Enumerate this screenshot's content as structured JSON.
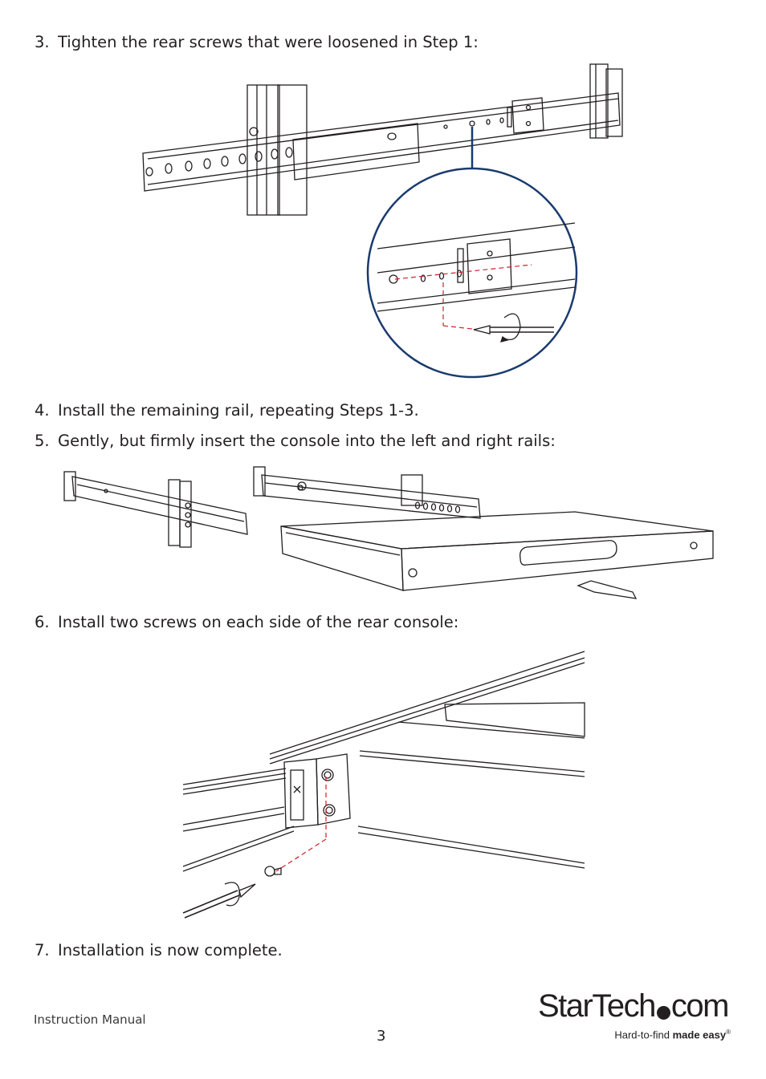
{
  "steps": [
    {
      "num": "3.",
      "text": "Tighten the rear screws that were loosened in Step 1:"
    },
    {
      "num": "4.",
      "text": "Install the remaining rail, repeating Steps 1-3."
    },
    {
      "num": "5.",
      "text": "Gently, but firmly insert the console into the left and right rails:"
    },
    {
      "num": "6.",
      "text": "Install two screws on each side of the rear console:"
    },
    {
      "num": "7.",
      "text": "Installation is now complete."
    }
  ],
  "footer": {
    "label": "Instruction Manual",
    "page_number": "3"
  },
  "logo": {
    "brand_left": "StarTech",
    "brand_right": "com",
    "tagline_plain": "Hard-to-find ",
    "tagline_bold": "made easy",
    "trademark": "®"
  },
  "colors": {
    "text": "#231f20",
    "callout_circle": "#1a3a6e",
    "guide_dash": "#d0202a"
  }
}
